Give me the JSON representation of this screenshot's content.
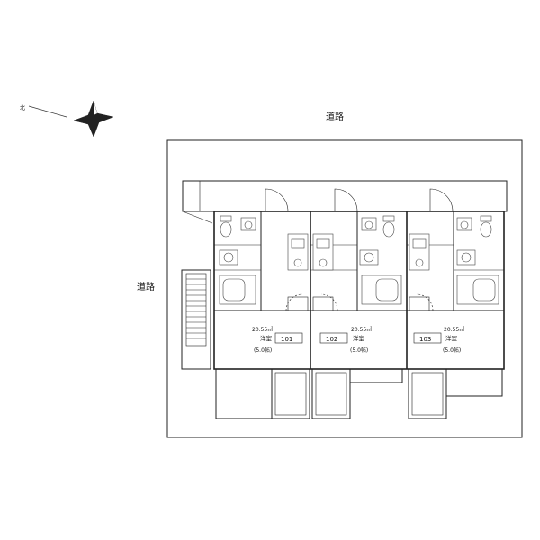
{
  "north_label": "北",
  "roads": {
    "top": "道路",
    "left": "道路"
  },
  "units": [
    {
      "number": "101",
      "area": "20.55㎡",
      "room_type": "洋室",
      "tatami": "(5.0帖)"
    },
    {
      "number": "102",
      "area": "20.55㎡",
      "room_type": "洋室",
      "tatami": "(5.0帖)"
    },
    {
      "number": "103",
      "area": "20.55㎡",
      "room_type": "洋室",
      "tatami": "(5.0帖)"
    }
  ]
}
